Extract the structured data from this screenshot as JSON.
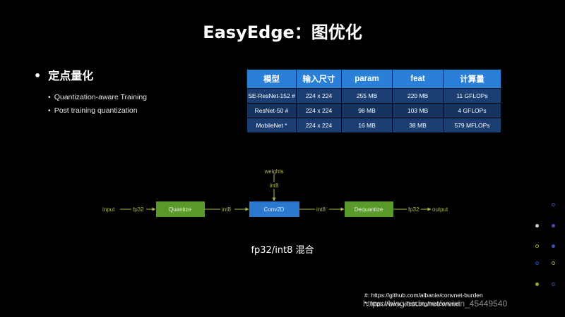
{
  "slide": {
    "title": "EasyEdge：图优化",
    "bullet_main": "定点量化",
    "sub_items": [
      "Quantization-aware Training",
      "Post training quantization"
    ]
  },
  "table": {
    "headers": [
      "模型",
      "输入尺寸",
      "param",
      "feat",
      "计算量"
    ],
    "rows": [
      [
        "SE-ResNet-152 #",
        "224 x 224",
        "255 MB",
        "220 MB",
        "11 GFLOPs"
      ],
      [
        "ResNet-50 #",
        "224 x 224",
        "98 MB",
        "103 MB",
        "4 GFLOPs"
      ],
      [
        "MobileNet *",
        "224 x 224",
        "16  MB",
        "38 MB",
        "579 MFLOPs"
      ]
    ]
  },
  "diagram": {
    "input": "input",
    "fp32_in": "fp32",
    "quantize": "Quantize",
    "int8_a": "int8",
    "conv": "Conv2D",
    "int8_b": "int8",
    "dequantize": "Dequantize",
    "fp32_out": "fp32",
    "output": "output",
    "weights": "weights",
    "int8_w": "int8"
  },
  "caption": "fp32/int8 混合",
  "references": [
    "#: https://github.com/albanie/convnet-burden",
    "*: https://www.yifeat.org/matconvnet"
  ],
  "watermark": "https://blog.csdn.net/weixin_45449540",
  "colors": {
    "header_blue": "#2a80d8",
    "quant_green": "#5a9a2a",
    "conv_blue": "#2a78d0",
    "line_yellow": "#b0b84a"
  }
}
